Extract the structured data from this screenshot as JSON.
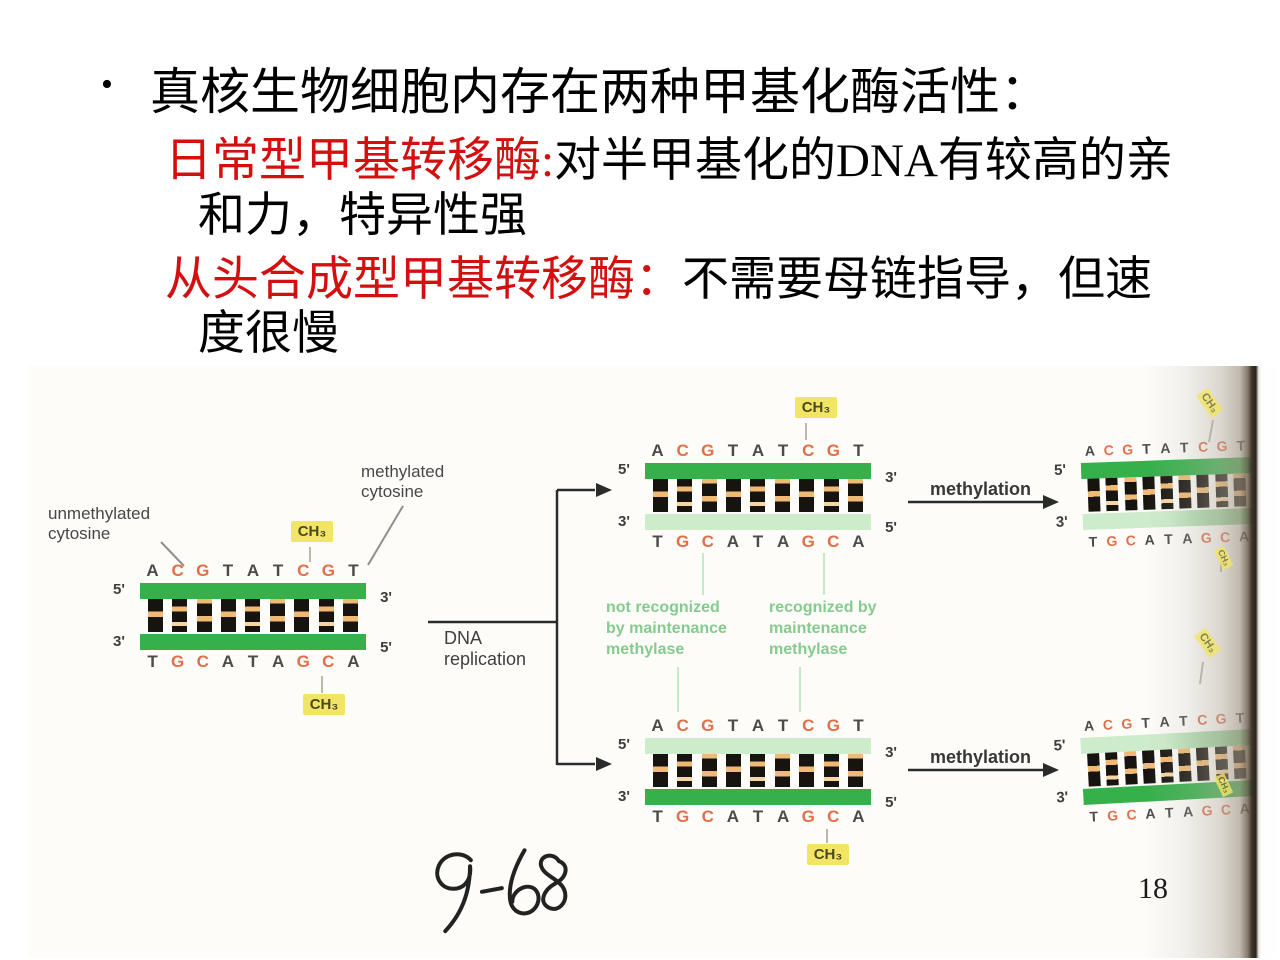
{
  "slide": {
    "page_number": "18",
    "handwritten_note": "9-68"
  },
  "bullet_text": {
    "bullet": "•",
    "title": "真核生物细胞内存在两种甲基化酶活性：",
    "maintenance_red": "日常型甲基转移酶:",
    "maintenance_black_l1": "对半甲基化的DNA有较高的亲",
    "maintenance_black_l2": "和力，特异性强",
    "denovo_red": "从头合成型甲基转移酶：",
    "denovo_black_l1": "不需要母链指导，但速",
    "denovo_black_l2": "度很慢"
  },
  "figure": {
    "unmethylated_l1": "unmethylated",
    "unmethylated_l2": "cytosine",
    "methylated_l1": "methylated",
    "methylated_l2": "cytosine",
    "ch3": "CH₃",
    "dna_replication_l1": "DNA",
    "dna_replication_l2": "replication",
    "not_recognized_l1": "not recognized",
    "not_recognized_l2": "by maintenance",
    "not_recognized_l3": "methylase",
    "recognized_l1": "recognized by",
    "recognized_l2": "maintenance",
    "recognized_l3": "methylase",
    "methylation_label": "methylation",
    "five_prime": "5'",
    "three_prime": "3'",
    "top_strand": [
      "A",
      "C",
      "G",
      "T",
      "A",
      "T",
      "C",
      "G",
      "T"
    ],
    "bottom_strand": [
      "T",
      "G",
      "C",
      "A",
      "T",
      "A",
      "G",
      "C",
      "A"
    ]
  },
  "colors": {
    "red_text": "#d40f0f",
    "green_dark": "#35b04a",
    "green_light": "#cdeccb",
    "letter_gray": "#4b4b49",
    "letter_orange": "#e06f4a",
    "rung_orange": "#f0ba74",
    "ch3_yellow": "#f2e565",
    "green_label": "#85ca8f"
  }
}
